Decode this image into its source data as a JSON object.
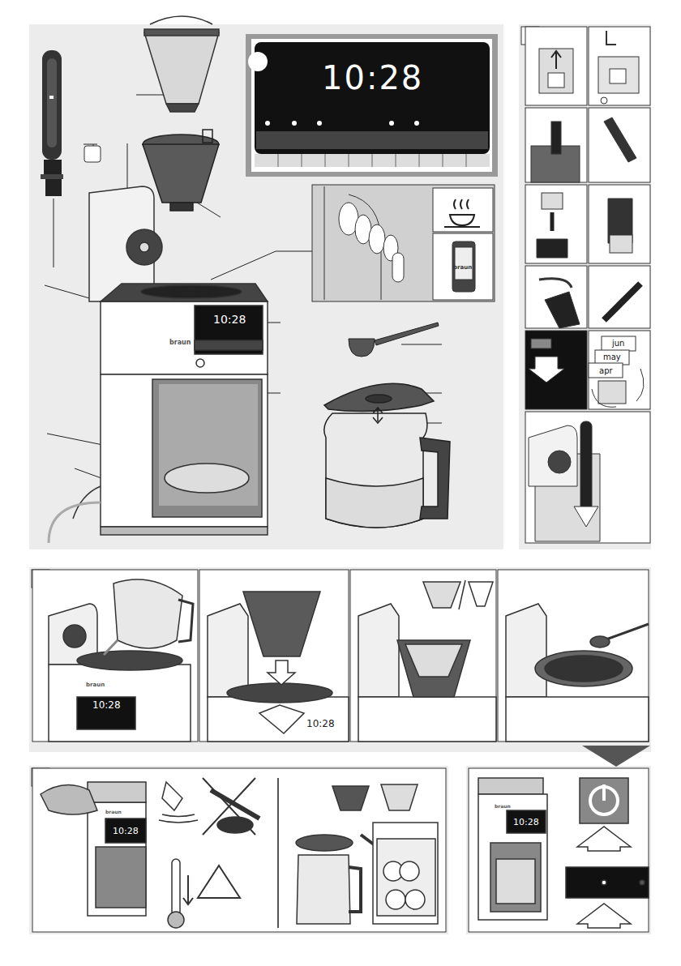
{
  "diagram": {
    "labels": [
      "10:28",
      "10:28",
      "braun",
      "braun",
      "jun",
      "may",
      "apr",
      "10:28",
      "braun",
      "10:28",
      "10:28",
      "braun",
      "10:28",
      "braun"
    ]
  }
}
